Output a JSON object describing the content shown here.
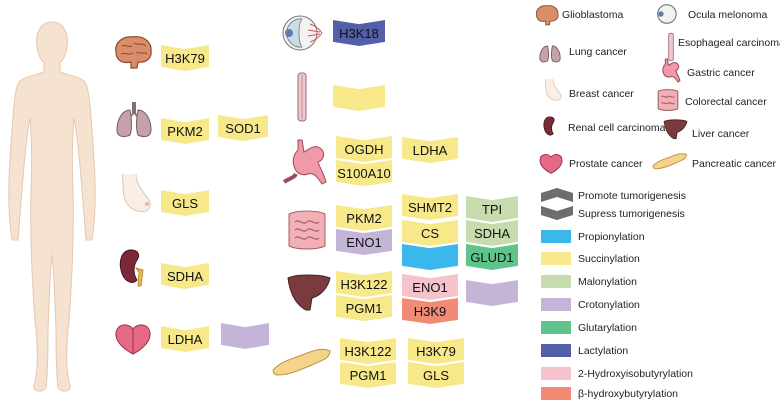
{
  "organs": {
    "glioblastoma": "Glioblastoma",
    "ocula_melonoma": "Ocula melonoma",
    "lung": "Lung cancer",
    "esophageal": "Esophageal carcinoma",
    "breast": "Breast cancer",
    "gastric": "Gastric cancer",
    "colorectal": "Colorectal cancer",
    "renal": "Renal cell carcinoma",
    "liver": "Liver cancer",
    "prostate": "Prostate cancer",
    "pancreatic": "Pancreatic cancer"
  },
  "legend": {
    "promote": "Promote tumorigenesis",
    "suppress": "Supress tumorigenesis",
    "propionylation": "Propionylation",
    "succinylation": "Succinylation",
    "malonylation": "Malonylation",
    "crotonylation": "Crotonylation",
    "glutarylation": "Glutarylation",
    "lactylation": "Lactylation",
    "hydroxyisobutyrylation": "2-Hydroxyisobutyrylation",
    "hydroxybutyrylation": "β-hydroxybutyrylation"
  },
  "colors": {
    "propionylation": "#3ab8ec",
    "succinylation": "#f7e88a",
    "malonylation": "#c7dcae",
    "crotonylation": "#c4b5d8",
    "glutarylation": "#5ec48c",
    "lactylation": "#5360a8",
    "hydroxyisobutyrylation": "#f4c3cb",
    "hydroxybutyrylation": "#f18b76",
    "promote": "#6d6d6d"
  },
  "targets": {
    "brain_h3k79": "H3K79",
    "lung_pkm2": "PKM2",
    "lung_sod1": "SOD1",
    "breast_gls": "GLS",
    "kidney_sdha": "SDHA",
    "prostate_ldha": "LDHA",
    "eye_h3k18": "H3K18",
    "stomach_ogdh": "OGDH",
    "stomach_ldha": "LDHA",
    "stomach_s100a10": "S100A10",
    "colon_pkm2": "PKM2",
    "colon_eno1": "ENO1",
    "colon_shmt2": "SHMT2",
    "colon_cs": "CS",
    "colon_tpi": "TPI",
    "colon_sdha": "SDHA",
    "colon_glud1": "GLUD1",
    "liver_h3k122": "H3K122",
    "liver_pgm1": "PGM1",
    "liver_eno1": "ENO1",
    "liver_h3k9": "H3K9",
    "pancreas_h3k122": "H3K122",
    "pancreas_pgm1": "PGM1",
    "pancreas_h3k79": "H3K79",
    "pancreas_gls": "GLS"
  }
}
